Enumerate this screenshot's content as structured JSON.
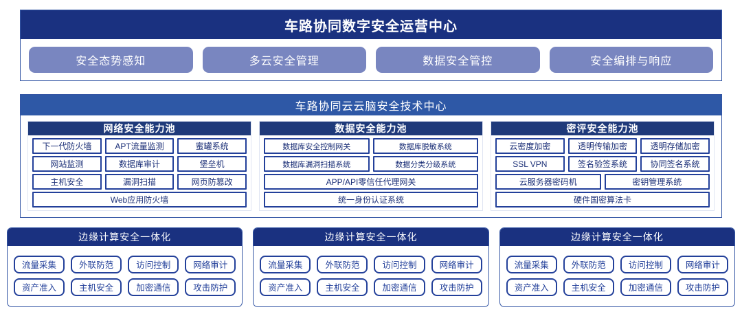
{
  "section1": {
    "title": "车路协同数字安全运营中心",
    "buttons": [
      {
        "label": "安全态势感知"
      },
      {
        "label": "多云安全管理"
      },
      {
        "label": "数据安全管控"
      },
      {
        "label": "安全编排与响应"
      }
    ]
  },
  "section2": {
    "title": "车路协同云云脑安全技术中心",
    "pools": [
      {
        "title": "网络安全能力池",
        "rows": [
          [
            "下一代防火墙",
            "APT流量监测",
            "蜜罐系统"
          ],
          [
            "网站监测",
            "数据库审计",
            "堡垒机"
          ],
          [
            "主机安全",
            "漏洞扫描",
            "网页防篡改"
          ],
          [
            "Web应用防火墙"
          ]
        ]
      },
      {
        "title": "数据安全能力池",
        "rows": [
          [
            "数据库安全控制网关",
            "数据库脱敏系统"
          ],
          [
            "数据库漏洞扫描系统",
            "数据分类分级系统"
          ],
          [
            "APP/API零信任代理网关"
          ],
          [
            "统一身份认证系统"
          ]
        ]
      },
      {
        "title": "密评安全能力池",
        "rows": [
          [
            "云密度加密",
            "透明传输加密",
            "透明存储加密"
          ],
          [
            "SSL VPN",
            "签名验签系统",
            "协同签名系统"
          ],
          [
            "云服务器密码机",
            "密钥管理系统"
          ],
          [
            "硬件国密算法卡"
          ]
        ]
      }
    ]
  },
  "section3": {
    "panels": [
      {
        "title": "边缘计算安全一体化",
        "rows": [
          [
            "流量采集",
            "外联防范",
            "访问控制",
            "网络审计"
          ],
          [
            "资产准入",
            "主机安全",
            "加密通信",
            "攻击防护"
          ]
        ]
      },
      {
        "title": "边缘计算安全一体化",
        "rows": [
          [
            "流量采集",
            "外联防范",
            "访问控制",
            "网络审计"
          ],
          [
            "资产准入",
            "主机安全",
            "加密通信",
            "攻击防护"
          ]
        ]
      },
      {
        "title": "边缘计算安全一体化",
        "rows": [
          [
            "流量采集",
            "外联防范",
            "访问控制",
            "网络审计"
          ],
          [
            "资产准入",
            "主机安全",
            "加密通信",
            "攻击防护"
          ]
        ]
      }
    ]
  },
  "colors": {
    "navy": "#1a3180",
    "mid_blue": "#2e58a6",
    "pool_header": "#1f3a7a",
    "periwinkle": "#7986c0",
    "border_blue": "#23409a",
    "text_blue": "#1b2f77"
  }
}
